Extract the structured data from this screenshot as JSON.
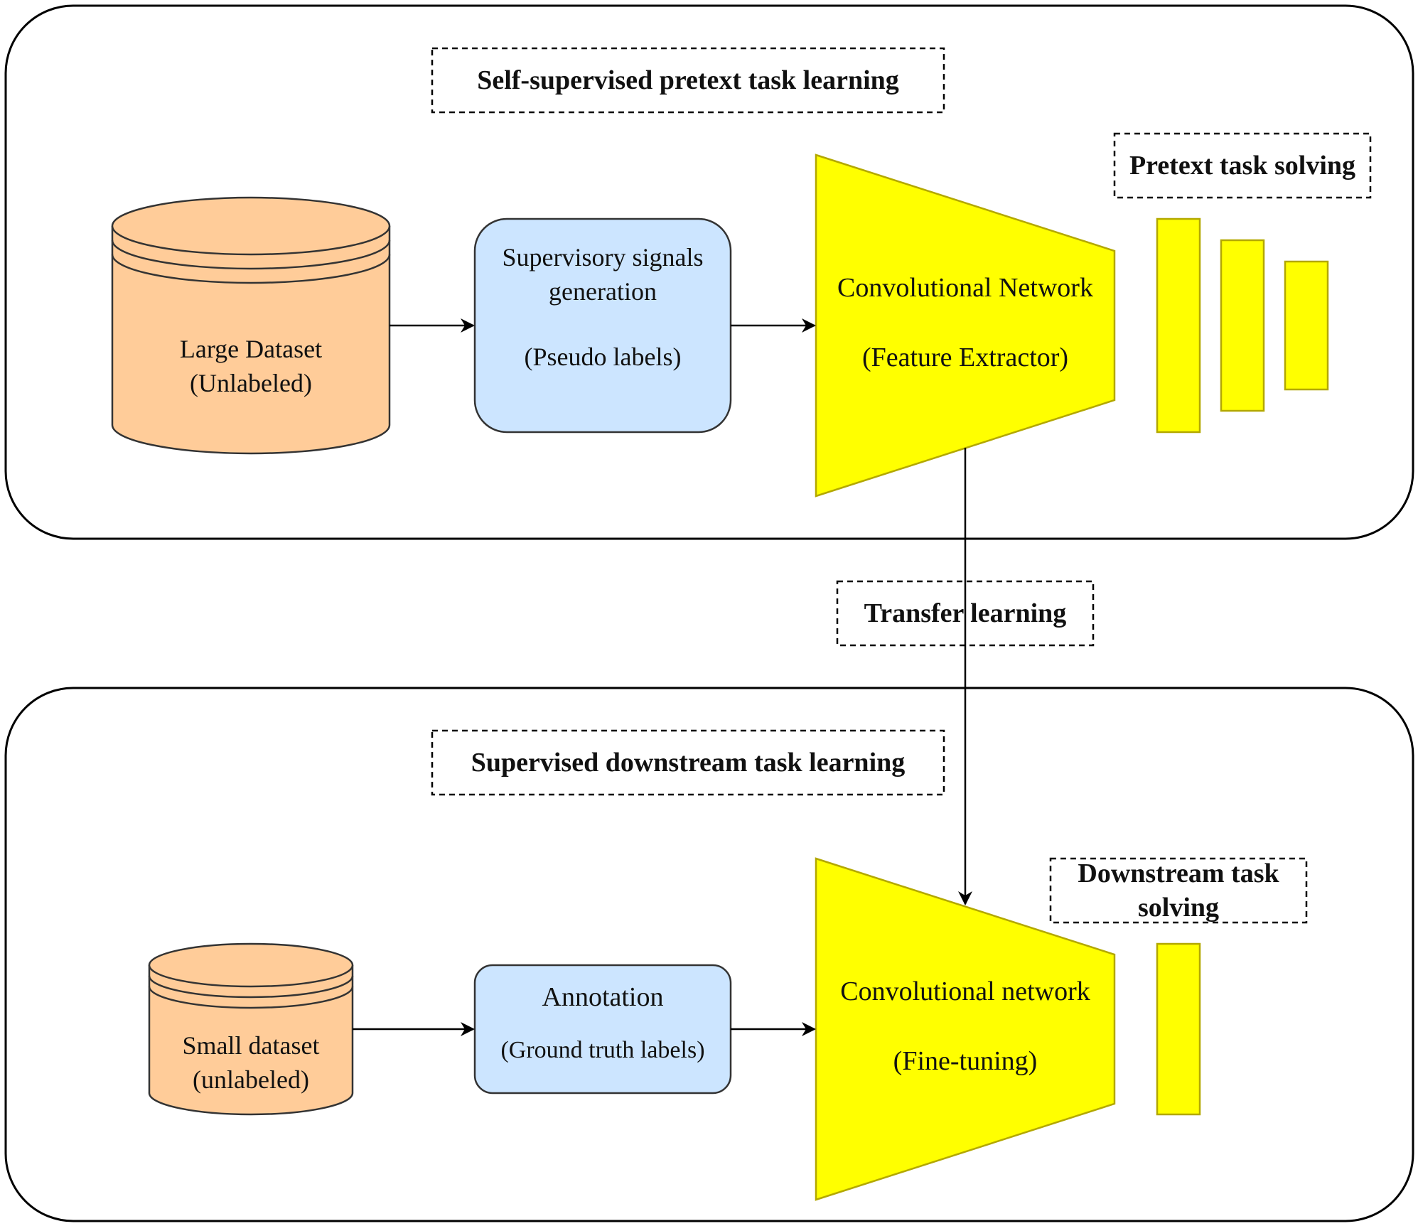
{
  "sections": {
    "pretext_title": "Self-supervised pretext task learning",
    "downstream_title": "Supervised downstream task learning",
    "transfer_label": "Transfer learning"
  },
  "top": {
    "dataset_line1": "Large Dataset",
    "dataset_line2": "(Unlabeled)",
    "signals_line1": "Supervisory signals",
    "signals_line2": "generation",
    "signals_line3": "(Pseudo labels)",
    "network_line1": "Convolutional Network",
    "network_line2": "(Feature Extractor)",
    "solving_label": "Pretext task solving"
  },
  "bottom": {
    "dataset_line1": "Small dataset",
    "dataset_line2": "(unlabeled)",
    "annotation_line1": "Annotation",
    "annotation_line2": "(Ground truth labels)",
    "network_line1": "Convolutional network",
    "network_line2": "(Fine-tuning)",
    "solving_line1": "Downstream task",
    "solving_line2": "solving"
  },
  "colors": {
    "dataset_fill": "#ffcc99",
    "box_fill": "#cce5ff",
    "network_fill": "#ffff00",
    "network_stroke": "#b3a800",
    "stroke": "#000000"
  }
}
